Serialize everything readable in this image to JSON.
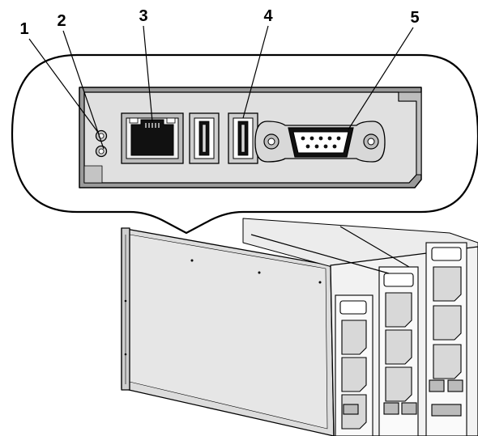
{
  "callouts": [
    {
      "id": 1,
      "label": "1",
      "part": "status-indicator-top"
    },
    {
      "id": 2,
      "label": "2",
      "part": "status-indicator-bottom"
    },
    {
      "id": 3,
      "label": "3",
      "part": "network-port"
    },
    {
      "id": 4,
      "label": "4",
      "part": "usb-port"
    },
    {
      "id": 5,
      "label": "5",
      "part": "serial-port"
    }
  ],
  "colors": {
    "line": "#000000",
    "panel_face": "#e0e0e0",
    "panel_shadow": "#9a9a9a",
    "chassis_side": "#dcdcdc",
    "chassis_light": "#ececec",
    "port_dark": "#111111",
    "background": "#ffffff"
  },
  "icons": [
    "led-indicator-icon",
    "rj45-port-icon",
    "usb-port-icon",
    "db9-serial-port-icon",
    "thumbscrew-icon"
  ]
}
